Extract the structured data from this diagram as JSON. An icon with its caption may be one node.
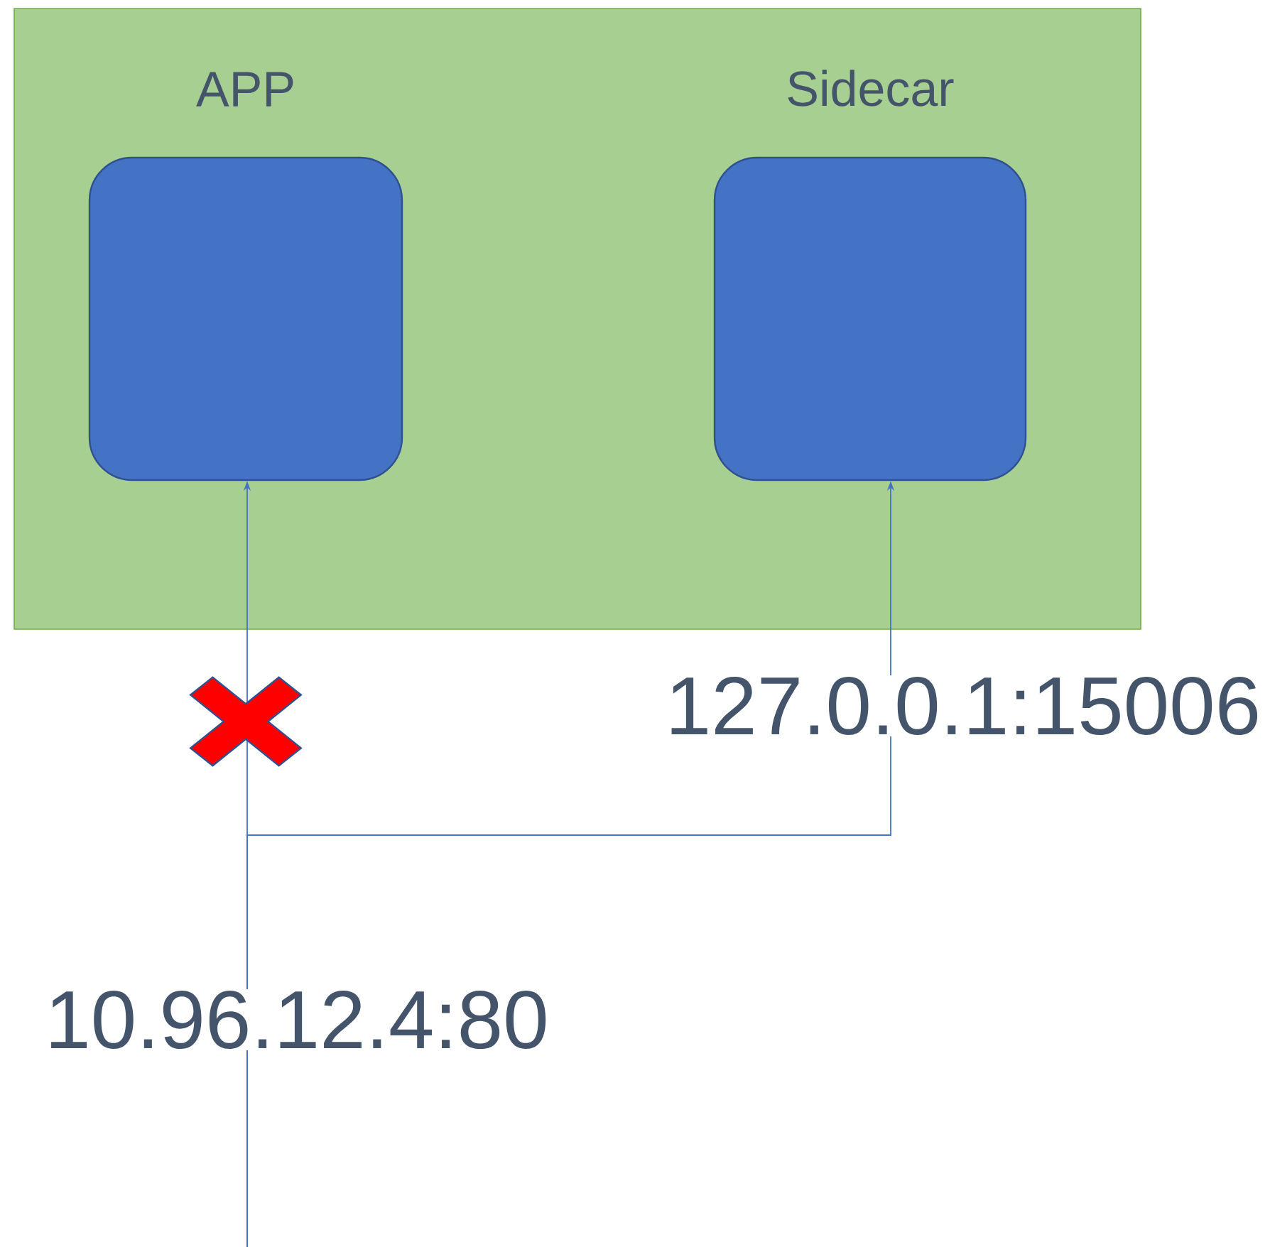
{
  "diagram": {
    "nodes": [
      {
        "text": [],
        "shape": "box"
      },
      {
        "text": [
          "APP"
        ],
        "in": 0
      },
      {
        "text": [
          "Sidecar"
        ],
        "in": 0
      }
    ],
    "edges": [
      {
        "from": null,
        "to": 1,
        "arrow": "to",
        "label": "10.96.12.4:80"
      },
      {
        "from": null,
        "to": 2,
        "arrow": "to",
        "label": "127.0.0.1:15006"
      }
    ]
  }
}
